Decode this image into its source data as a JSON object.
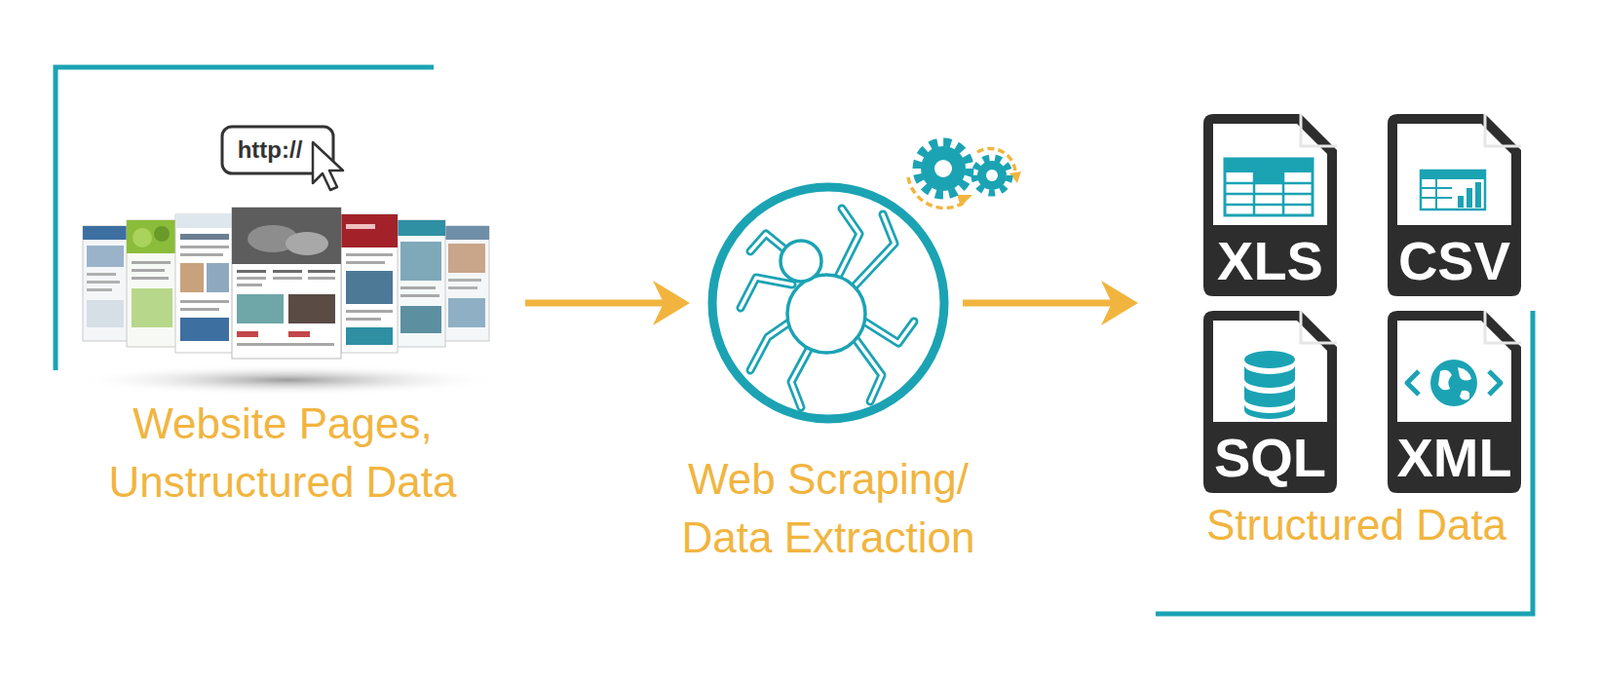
{
  "diagram": {
    "nodes": [
      {
        "text": [
          "Website Pages, Unstructured Data"
        ]
      },
      {
        "text": [
          "Web Scraping/ Data Extraction"
        ]
      },
      {
        "text": [
          "Structured Data"
        ]
      },
      {
        "text": [
          "XLS"
        ],
        "in": 2
      },
      {
        "text": [
          "CSV"
        ],
        "in": 2
      },
      {
        "text": [
          "SQL"
        ],
        "in": 2
      },
      {
        "text": [
          "XML"
        ],
        "in": 2
      }
    ],
    "edges": [
      {
        "from": 0,
        "to": 1,
        "arrow": "to"
      },
      {
        "from": 1,
        "to": 2,
        "arrow": "to"
      }
    ],
    "labels": [
      "http://"
    ]
  }
}
